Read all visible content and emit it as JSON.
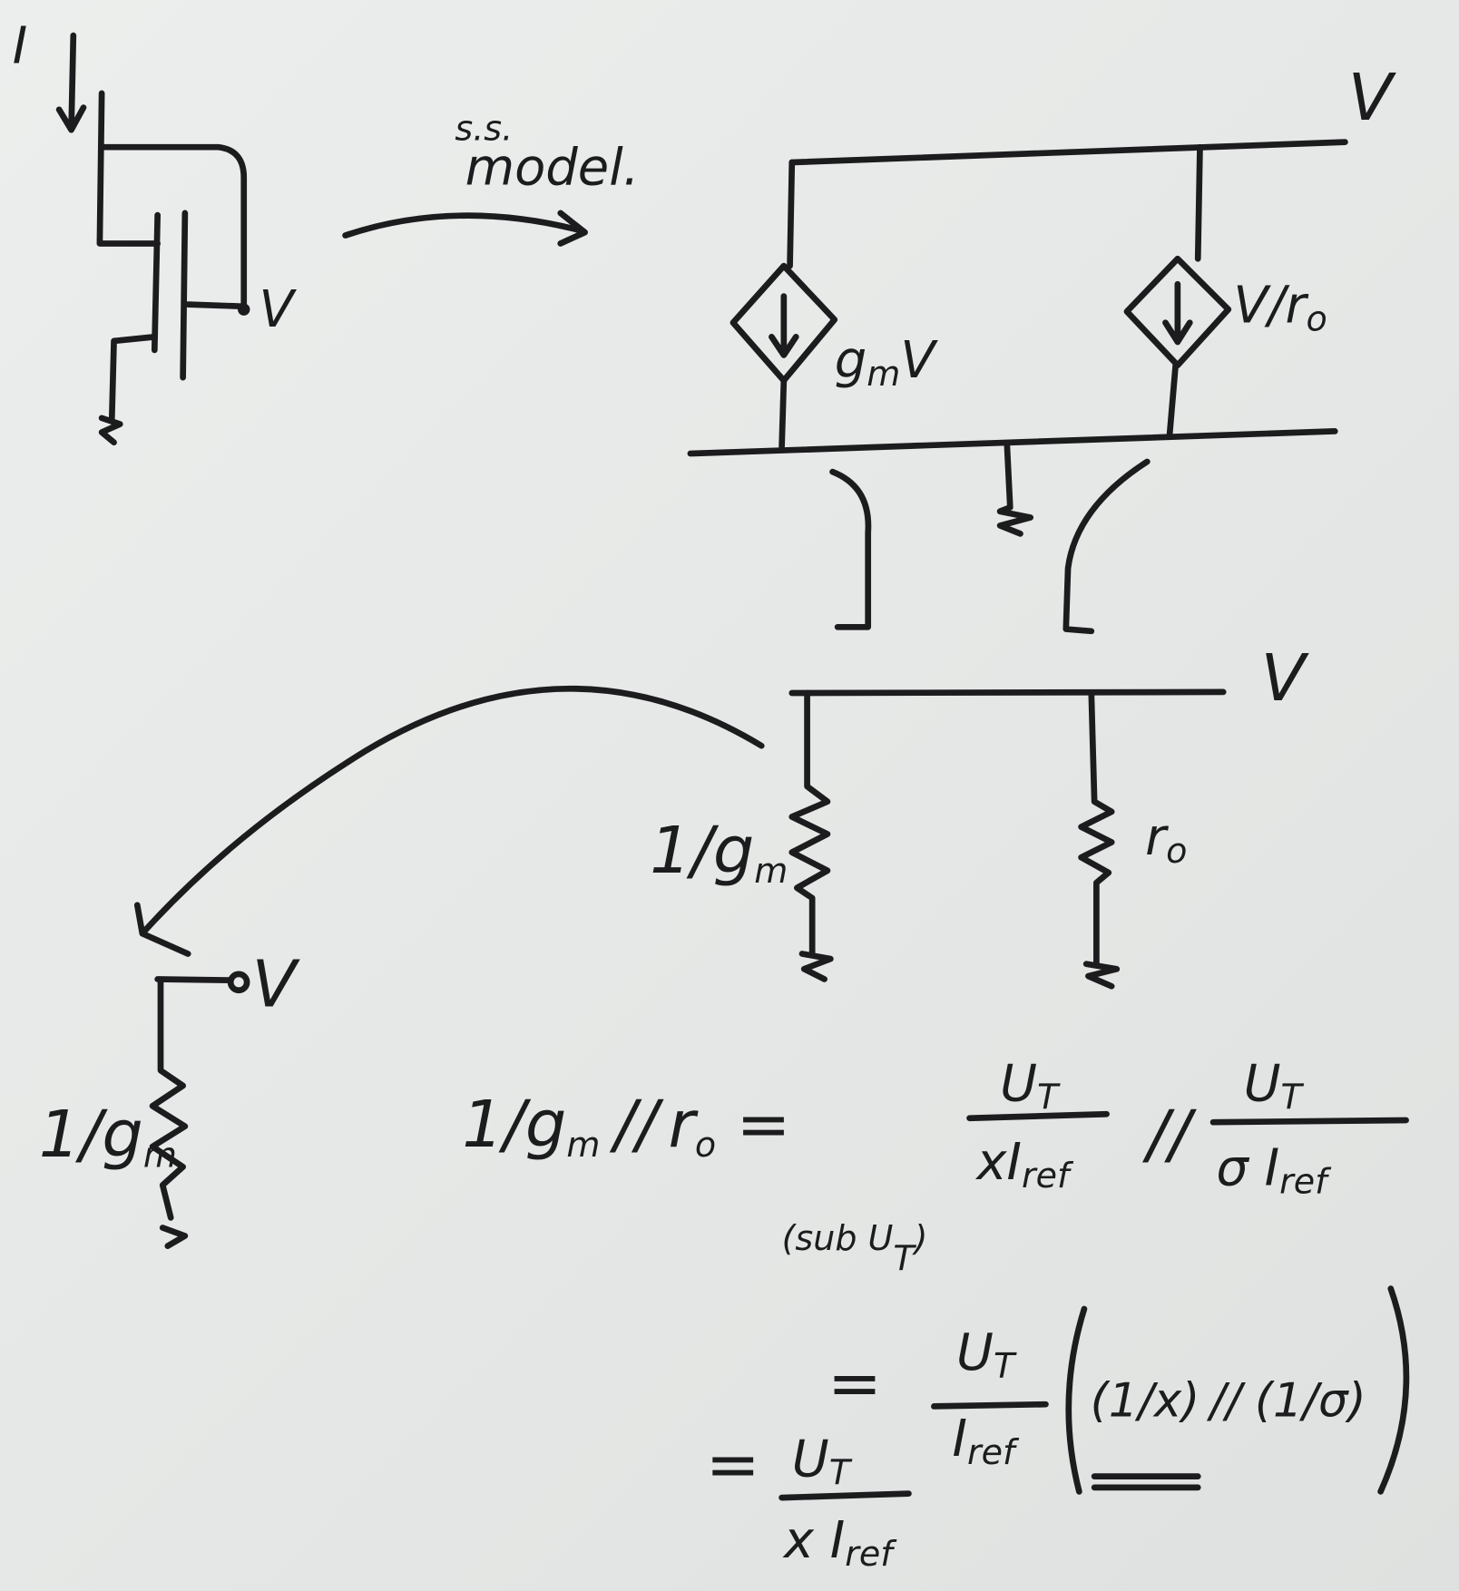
{
  "transistor": {
    "current_label": "I",
    "node_label": "V"
  },
  "arrow_label": {
    "line1": "s.s.",
    "line2": "model."
  },
  "ss_model": {
    "supply_label": "V",
    "left_source_label": "g",
    "left_source_sub": "m",
    "left_source_tail": "V",
    "right_source_label": "V/r",
    "right_source_sub": "o"
  },
  "resistor_model": {
    "supply_label": "V",
    "left_resistor_label": "1/g",
    "left_resistor_sub": "m",
    "right_resistor_label": "r",
    "right_resistor_sub": "o"
  },
  "equivalent": {
    "node_label": "V",
    "resistor_label": "1/g",
    "resistor_sub": "m"
  },
  "equations": {
    "lhs": "1/g",
    "lhs_sub": "m",
    "parallel": "//",
    "ro": "r",
    "ro_sub": "o",
    "equals": "=",
    "num1": "U",
    "num1_sub": "T",
    "den1": "xI",
    "den1_sub": "ref",
    "num2": "U",
    "num2_sub": "T",
    "den2": "σ I",
    "den2_sub": "ref",
    "note": "(sub U",
    "note_sub": "T",
    "note_close": ")",
    "step2_num": "U",
    "step2_num_sub": "T",
    "step2_den": "I",
    "step2_den_sub": "ref",
    "step2_term1": "(1/x)",
    "step2_term2": "(1/σ)",
    "step3_num": "U",
    "step3_num_sub": "T",
    "step3_den": "x I",
    "step3_den_sub": "ref"
  }
}
